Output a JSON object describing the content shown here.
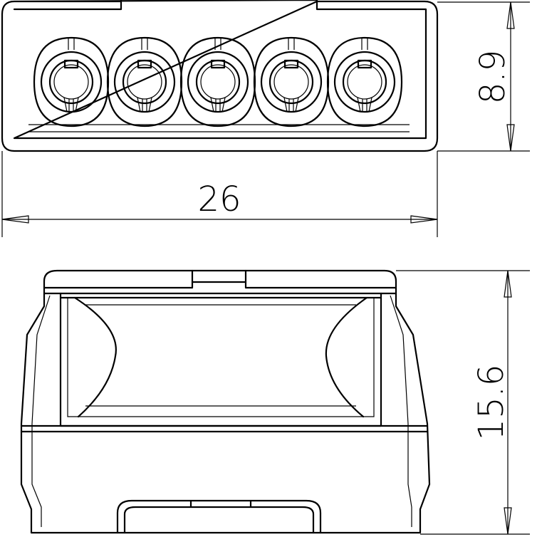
{
  "drawing": {
    "dimensions": {
      "top_height": "8.9",
      "width": "26",
      "side_height": "15.6"
    },
    "connector_ports": 5
  }
}
